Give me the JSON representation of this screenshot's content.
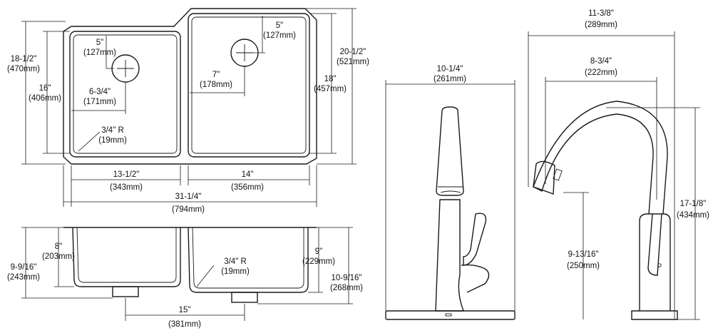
{
  "plan_view": {
    "overall_width_in": "31-1/4\"",
    "overall_width_mm": "(794mm)",
    "left_basin_width_in": "13-1/2\"",
    "left_basin_width_mm": "(343mm)",
    "right_basin_width_in": "14\"",
    "right_basin_width_mm": "(356mm)",
    "left_height_in": "18-1/2\"",
    "left_height_mm": "(470mm)",
    "left_basin_height_in": "16\"",
    "left_basin_height_mm": "(406mm)",
    "right_basin_height_in": "18\"",
    "right_basin_height_mm": "(457mm)",
    "right_height_in": "20-1/2\"",
    "right_height_mm": "(521mm)",
    "left_drain_from_top_in": "5\"",
    "left_drain_from_top_mm": "(127mm)",
    "left_drain_from_side_in": "6-3/4\"",
    "left_drain_from_side_mm": "(171mm)",
    "right_drain_from_top_in": "5\"",
    "right_drain_from_top_mm": "(127mm)",
    "right_drain_from_side_in": "7\"",
    "right_drain_from_side_mm": "(178mm)",
    "corner_radius_in": "3/4\" R",
    "corner_radius_mm": "(19mm)"
  },
  "section_view": {
    "left_depth_in": "8\"",
    "left_depth_mm": "(203mm)",
    "left_overall_depth_in": "9-9/16\"",
    "left_overall_depth_mm": "(243mm)",
    "right_depth_in": "9\"",
    "right_depth_mm": "(229mm)",
    "right_overall_depth_in": "10-9/16\"",
    "right_overall_depth_mm": "(268mm)",
    "corner_radius_in": "3/4\" R",
    "corner_radius_mm": "(19mm)",
    "drain_spacing_in": "15\"",
    "drain_spacing_mm": "(381mm)"
  },
  "faucet_front": {
    "width_in": "10-1/4\"",
    "width_mm": "(261mm)"
  },
  "faucet_side": {
    "reach_overall_in": "11-3/8\"",
    "reach_overall_mm": "(289mm)",
    "reach_spout_in": "8-3/4\"",
    "reach_spout_mm": "(222mm)",
    "height_overall_in": "17-1/8\"",
    "height_overall_mm": "(434mm)",
    "spout_height_in": "9-13/16\"",
    "spout_height_mm": "(250mm)"
  }
}
